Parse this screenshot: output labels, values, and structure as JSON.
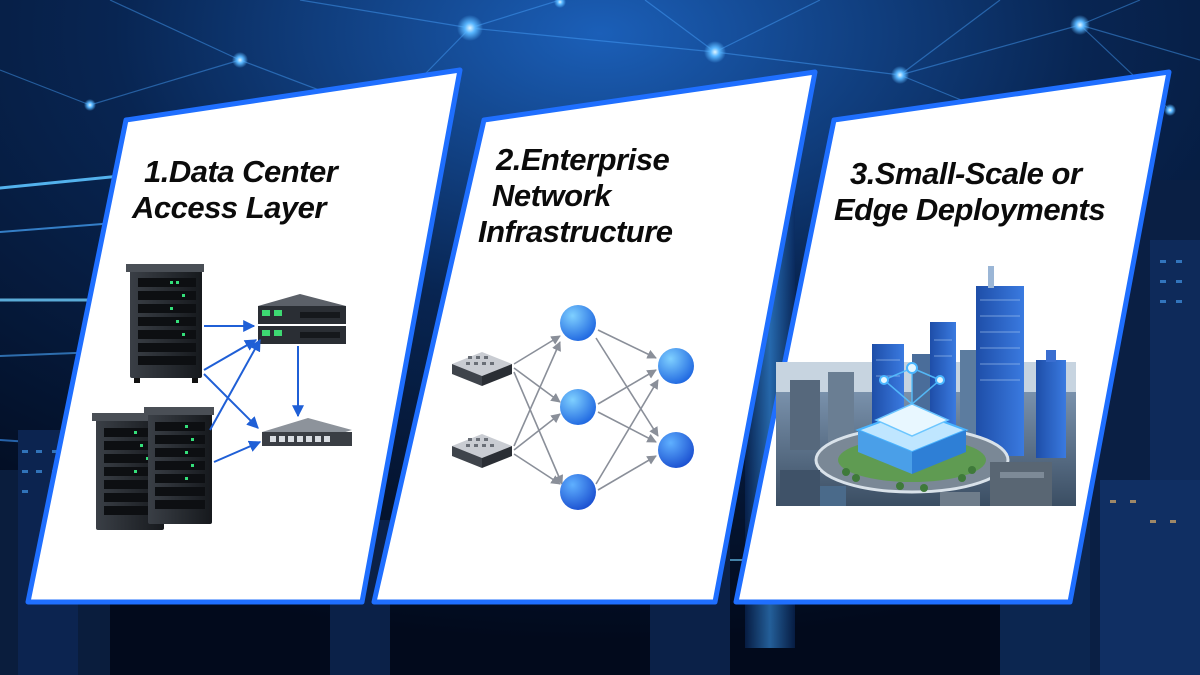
{
  "panels": [
    {
      "id": "data-center",
      "title_lines": [
        "1.Data Center",
        "Access Layer"
      ]
    },
    {
      "id": "enterprise",
      "title_lines": [
        "2.Enterprise",
        "Network",
        "Infrastructure"
      ]
    },
    {
      "id": "edge",
      "title_lines": [
        "3.Small-Scale or",
        "Edge Deployments"
      ]
    }
  ],
  "colors": {
    "background": "#03102a",
    "glow": "#2f8bff",
    "panel": "#ffffff",
    "panel_border": "#1f6fff",
    "node": "#2f7fe8",
    "arrow_blue": "#1f5fd6",
    "arrow_grey": "#8a8f99"
  }
}
